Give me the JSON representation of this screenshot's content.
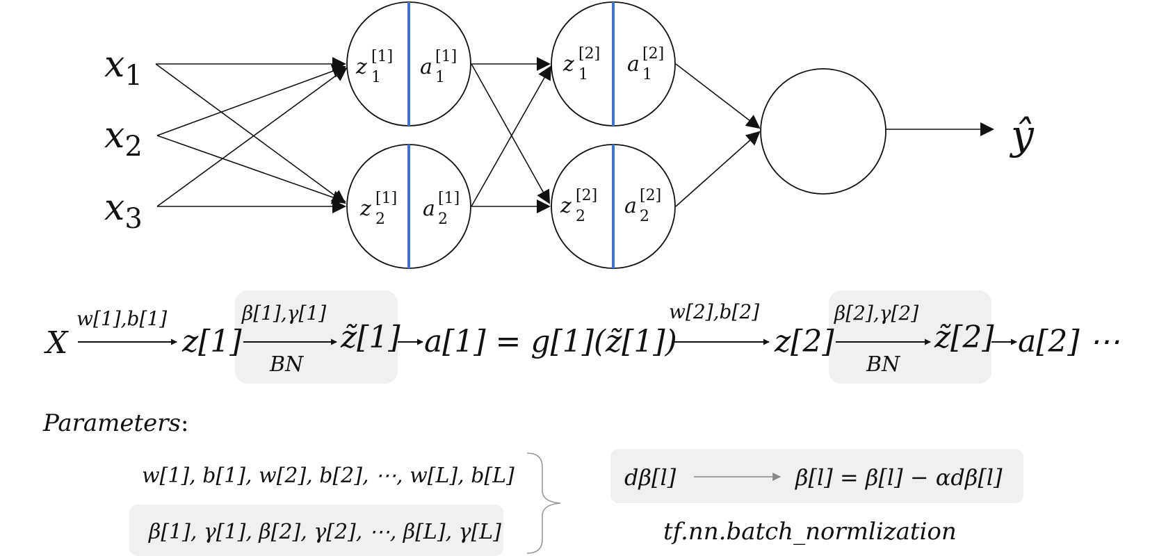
{
  "inputs": [
    {
      "base": "x",
      "sub": "1"
    },
    {
      "base": "x",
      "sub": "2"
    },
    {
      "base": "x",
      "sub": "3"
    }
  ],
  "layer1": [
    {
      "z_base": "z",
      "z_sub": "1",
      "z_sup": "[1]",
      "a_base": "a",
      "a_sub": "1",
      "a_sup": "[1]"
    },
    {
      "z_base": "z",
      "z_sub": "2",
      "z_sup": "[1]",
      "a_base": "a",
      "a_sub": "2",
      "a_sup": "[1]"
    }
  ],
  "layer2": [
    {
      "z_base": "z",
      "z_sub": "1",
      "z_sup": "[2]",
      "a_base": "a",
      "a_sub": "1",
      "a_sup": "[2]"
    },
    {
      "z_base": "z",
      "z_sub": "2",
      "z_sup": "[2]",
      "a_base": "a",
      "a_sub": "2",
      "a_sup": "[2]"
    }
  ],
  "output": {
    "label": "ŷ"
  },
  "equation": {
    "x": "X",
    "arrow1_top": "w[1],b[1]",
    "z1": "z[1]",
    "bn1_top": "β[1],γ[1]",
    "bn1_bottom": "BN",
    "zt1": "z̃[1]",
    "a1_expr": "a[1] = g[1](z̃[1])",
    "arrow2_top": "w[2],b[2]",
    "z2": "z[2]",
    "bn2_top": "β[2],γ[2]",
    "bn2_bottom": "BN",
    "zt2": "z̃[2]",
    "a2": "a[2] ⋯"
  },
  "parameters": {
    "title": "Parameters",
    "row1": "w[1], b[1], w[2], b[2], ⋯, w[L], b[L]",
    "row2": "β[1], γ[1], β[2], γ[2], ⋯, β[L], γ[L]"
  },
  "update": {
    "grad": "dβ[l]",
    "rule": "β[l] = β[l] − αdβ[l]",
    "tf": "tf.nn.batch_normlization"
  },
  "colors": {
    "stroke": "#111111",
    "divider": "#4472C4",
    "highlight": "#f0f0f0",
    "thin_arrow": "#888888"
  }
}
